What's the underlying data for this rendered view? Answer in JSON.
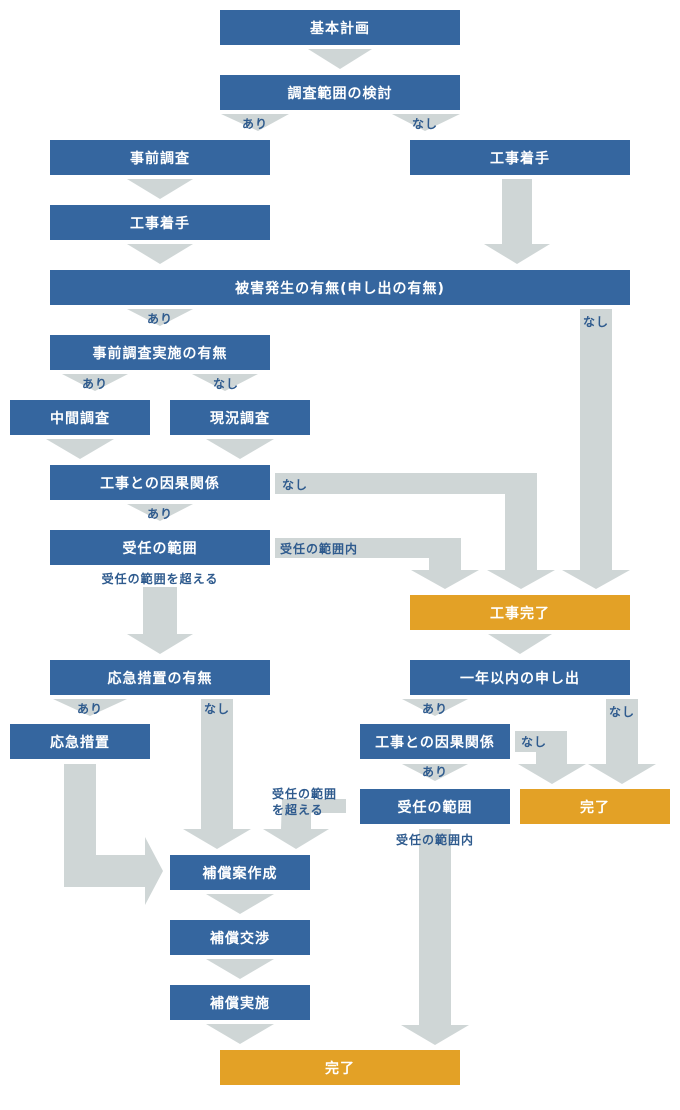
{
  "nodes": {
    "basic_plan": "基本計画",
    "scope_study": "調査範囲の検討",
    "pre_survey": "事前調査",
    "work_start_left": "工事着手",
    "work_start_right": "工事着手",
    "damage_occurrence": "被害発生の有無(申し出の有無)",
    "pre_survey_done": "事前調査実施の有無",
    "interim_survey": "中間調査",
    "current_survey": "現況調査",
    "causal_relation": "工事との因果関係",
    "acceptance_scope": "受任の範囲",
    "work_complete": "工事完了",
    "emergency_measures_q": "応急措置の有無",
    "within_one_year": "一年以内の申し出",
    "emergency_measures": "応急措置",
    "causal_relation_2": "工事との因果関係",
    "acceptance_scope_2": "受任の範囲",
    "complete_right": "完了",
    "compensation_draft": "補償案作成",
    "compensation_negotiation": "補償交渉",
    "compensation_execution": "補償実施",
    "complete_final": "完了"
  },
  "labels": {
    "yes": "あり",
    "no": "なし",
    "within_scope": "受任の範囲内",
    "beyond_scope": "受任の範囲を超える",
    "beyond_scope_line1": "受任の範囲",
    "beyond_scope_line2": "を超える"
  },
  "colors": {
    "box_blue": "#35669f",
    "box_gold": "#e3a126",
    "arrow_gray": "#cfd6d6",
    "label_blue": "#2f5b8e"
  }
}
